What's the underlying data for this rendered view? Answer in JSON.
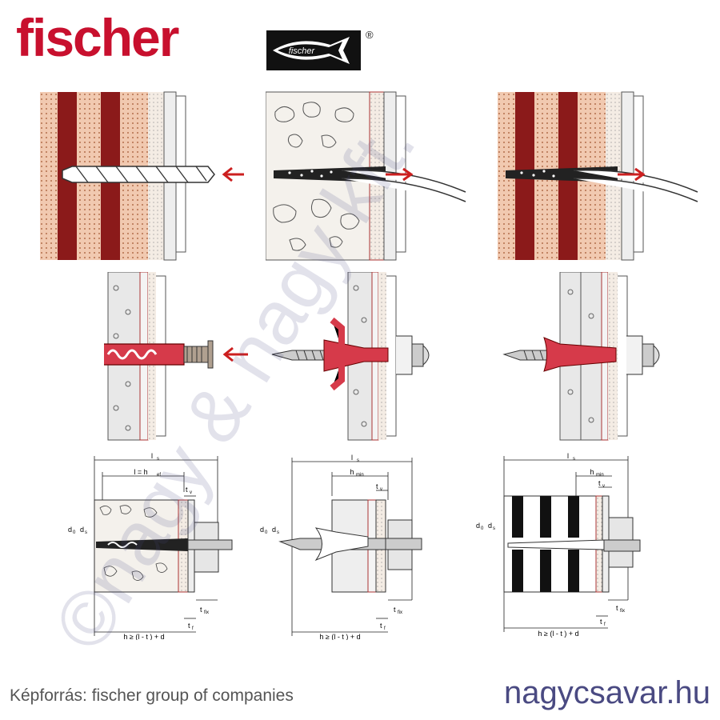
{
  "brand": {
    "name": "fischer",
    "logo_text": "fischer",
    "registered_mark": "®",
    "brand_color": "#c8102e"
  },
  "steps": [
    {
      "id": "drill-hole",
      "row": 1,
      "col": 1,
      "material": "perforated-brick",
      "icon": "drill-bit-icon"
    },
    {
      "id": "clean-hole-concrete",
      "row": 1,
      "col": 2,
      "material": "concrete",
      "icon": "blow-out-pump-icon"
    },
    {
      "id": "clean-hole-brick",
      "row": 1,
      "col": 3,
      "material": "perforated-brick",
      "icon": "blow-out-pump-icon"
    },
    {
      "id": "insert-plug",
      "row": 2,
      "col": 1,
      "icon": "plug-icon"
    },
    {
      "id": "set-plug-solid",
      "row": 2,
      "col": 2,
      "icon": "screw-icon"
    },
    {
      "id": "set-plug-hollow",
      "row": 2,
      "col": 3,
      "icon": "screw-icon"
    }
  ],
  "dimensions": {
    "ls": "l",
    "ls_sub": "s",
    "l_eq_hef": "l = h",
    "l_eq_hef_sub": "ef",
    "hmin": "h",
    "hmin_sub": "min",
    "tv": "t",
    "tv_sub": "v",
    "tfix": "t",
    "tfix_sub": "fix",
    "tf": "t",
    "tf_sub": "f",
    "d0": "d",
    "d0_sub": "0",
    "ds": "d",
    "ds_sub": "s",
    "formula": "h ≥ (l - t  ) + d",
    "formula_a": "h ≥ (l",
    "formula_b": " - t",
    "formula_c": ") + d"
  },
  "footer": {
    "source": "Képforrás: fischer group of companies",
    "site": "nagycsavar.hu"
  },
  "watermark": "©nagy & nagy kft.",
  "colors": {
    "brick_dark": "#8b1a1a",
    "brick_light": "#f1c9b0",
    "plug_red": "#c8102e",
    "arrow_red": "#cc1f1f"
  }
}
